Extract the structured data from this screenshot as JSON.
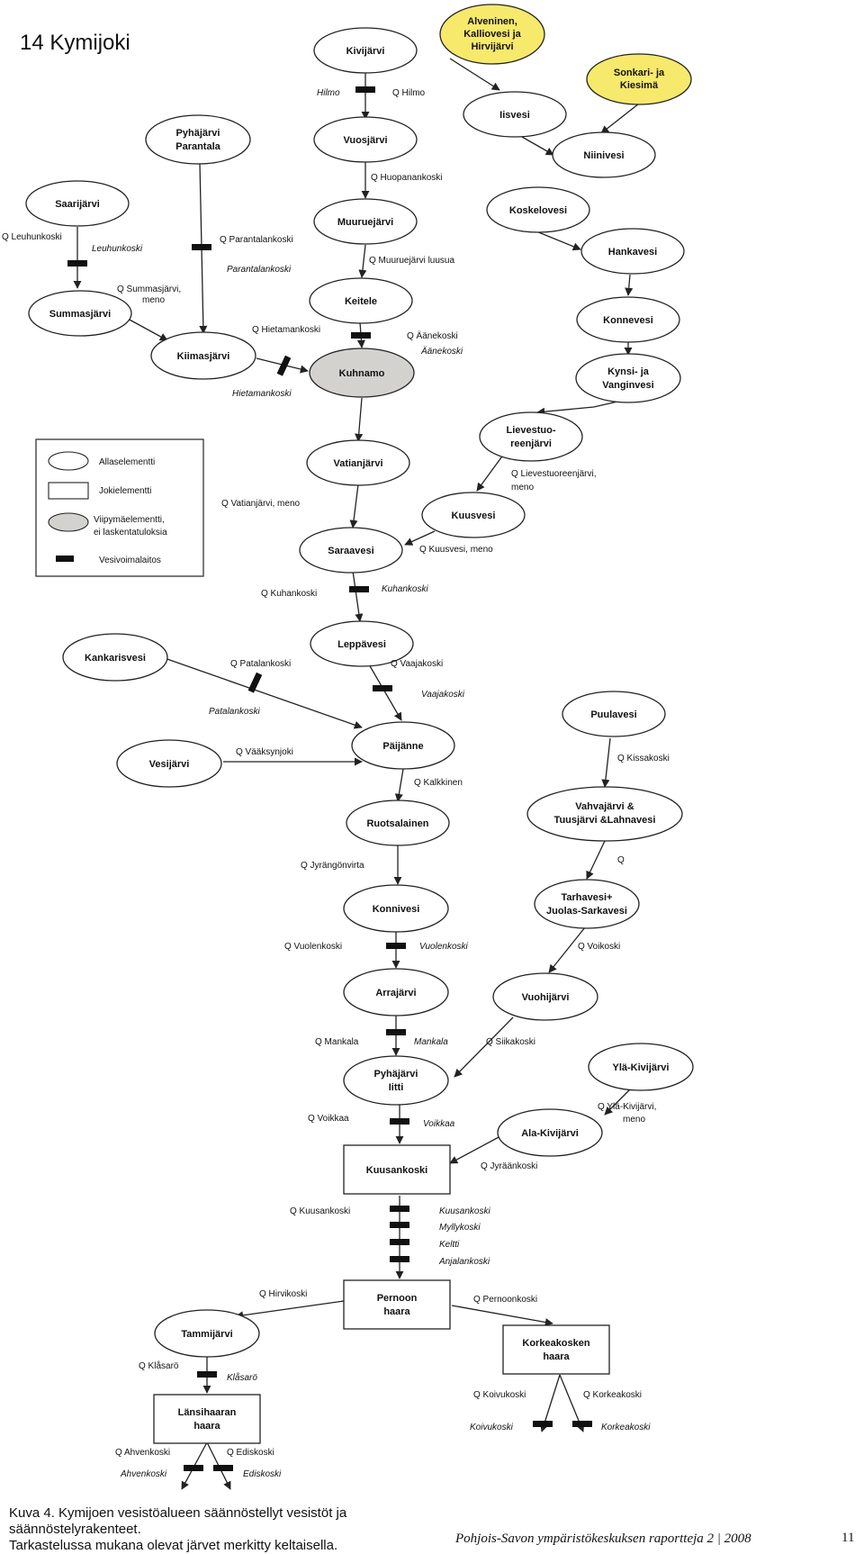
{
  "title": "14 Kymijoki",
  "caption_line1": "Kuva 4. Kymijoen vesistöalueen säännöstellyt vesistöt ja säännöstelyrakenteet.",
  "caption_line2": "Tarkastelussa mukana olevat järvet merkitty keltaisella.",
  "footer_text": "Pohjois-Savon ympäristökeskuksen raportteja 2 | 2008",
  "page_number": "11",
  "colors": {
    "highlight": "#f7e96b",
    "unit_gray": "#d4d2cf",
    "line": "#222222"
  },
  "legend": {
    "items": [
      {
        "shape": "ellipse",
        "label": "Allaselementti"
      },
      {
        "shape": "rect",
        "label": "Jokielementti"
      },
      {
        "shape": "ellipse-gray",
        "label_line1": "Viipymäelementti,",
        "label_line2": "ei laskentatuloksia"
      },
      {
        "shape": "dam",
        "label": "Vesivoimalaitos"
      }
    ]
  },
  "nodes": {
    "kivijarvi": "Kivijärvi",
    "alvenninen_l1": "Alveninen,",
    "alvenninen_l2": "Kalliovesi ja",
    "alvenninen_l3": "Hirvijärvi",
    "sonkari_l1": "Sonkari- ja",
    "sonkari_l2": "Kiesimä",
    "iisvesi": "Iisvesi",
    "niinivesi": "Niinivesi",
    "pyhajarvi_parantala_l1": "Pyhäjärvi",
    "pyhajarvi_parantala_l2": "Parantala",
    "vuosjarvi": "Vuosjärvi",
    "saarijarvi": "Saarijärvi",
    "muuruejarvi": "Muuruejärvi",
    "koskelovesi": "Koskelovesi",
    "hankavesi": "Hankavesi",
    "keitele": "Keitele",
    "summasjarvi": "Summasjärvi",
    "konnevesi": "Konnevesi",
    "kiimasjarvi": "Kiimasjärvi",
    "kuhnamo": "Kuhnamo",
    "kynsi_l1": "Kynsi- ja",
    "kynsi_l2": "Vanginvesi",
    "lievestuoreenjarvi_l1": "Lievestuo-",
    "lievestuoreenjarvi_l2": "reenjärvi",
    "vatianjarvi": "Vatianjärvi",
    "kuusvesi": "Kuusvesi",
    "saraavesi": "Saraavesi",
    "leppavesi": "Leppävesi",
    "kankarisvesi": "Kankarisvesi",
    "puulavesi": "Puulavesi",
    "paijanne": "Päijänne",
    "vesijarvi": "Vesijärvi",
    "vahvajarvi_l1": "Vahvajärvi &",
    "vahvajarvi_l2": "Tuusjärvi &Lahnavesi",
    "ruotsalainen": "Ruotsalainen",
    "konnivesi": "Konnivesi",
    "tarhavesi_l1": "Tarhavesi+",
    "tarhavesi_l2": "Juolas-Sarkavesi",
    "arrajarvi": "Arrajärvi",
    "vuohijarvi": "Vuohijärvi",
    "pyhajarvi_iitti_l1": "Pyhäjärvi",
    "pyhajarvi_iitti_l2": "Iitti",
    "yla_kivijarvi": "Ylä-Kivijärvi",
    "ala_kivijarvi": "Ala-Kivijärvi",
    "kuusankoski": "Kuusankoski",
    "pernoon_l1": "Pernoon",
    "pernoon_l2": "haara",
    "tammijarvi": "Tammijärvi",
    "korkeakosken_l1": "Korkeakosken",
    "korkeakosken_l2": "haara",
    "lansihaaran_l1": "Länsihaaran",
    "lansihaaran_l2": "haara"
  },
  "flow_labels": {
    "hilmo_left": "Hilmo",
    "hilmo_q": "Q Hilmo",
    "huopanankoski_q": "Q Huopanankoski",
    "leuhunkoski_q": "Q Leuhunkoski",
    "leuhunkoski_dam": "Leuhunkoski",
    "parantalankoski_q": "Q Parantalankoski",
    "parantalankoski_dam": "Parantalankoski",
    "muuruejarvi_q": "Q Muuruejärvi luusua",
    "summasjarvi_q_l1": "Q Summasjärvi,",
    "summasjarvi_q_l2": "meno",
    "hietamankoski_q": "Q Hietamankoski",
    "aanekoski_q": "Q Äänekoski",
    "aanekoski_dam": "Äänekoski",
    "hietamankoski_dam": "Hietamankoski",
    "lievestuoreenjarvi_q_l1": "Q Lievestuoreenjärvi,",
    "lievestuoreenjarvi_q_l2": "meno",
    "vatianjarvi_q": "Q Vatianjärvi, meno",
    "kuusvesi_q": "Q Kuusvesi, meno",
    "kuhankoski_q": "Q Kuhankoski",
    "kuhankoski_dam": "Kuhankoski",
    "patalankoski_q": "Q Patalankoski",
    "patalankoski_dam": "Patalankoski",
    "vaajakoski_q": "Q Vaajakoski",
    "vaajakoski_dam": "Vaajakoski",
    "kissakoski_q": "Q Kissakoski",
    "vaaksynjoki_q": "Q Vääksynjoki",
    "kalkkinen_q": "Q Kalkkinen",
    "vahvajarvi_q": "Q",
    "jyrangonvirta_q": "Q Jyrängönvirta",
    "voikoski_q": "Q Voikoski",
    "vuolenkoski_q": "Q Vuolenkoski",
    "vuolenkoski_dam": "Vuolenkoski",
    "mankala_q": "Q Mankala",
    "mankala_dam": "Mankala",
    "siikakoski_q": "Q Siikakoski",
    "yla_kivijarvi_q_l1": "Q Ylä-Kivijärvi,",
    "yla_kivijarvi_q_l2": "meno",
    "voikkaa_q": "Q Voikkaa",
    "voikkaa_dam": "Voikkaa",
    "jyraankoski_q": "Q Jyräänkoski",
    "kuusankoski_q": "Q Kuusankoski",
    "kuusankoski_dam": "Kuusankoski",
    "myllykoski_dam": "Myllykoski",
    "keltti_dam": "Keltti",
    "anjalankoski_dam": "Anjalankoski",
    "hirvikoski_q": "Q Hirvikoski",
    "pernoonkoski_q": "Q Pernoonkoski",
    "klasaro_q": "Q Klåsarö",
    "klasaro_dam": "Klåsarö",
    "koivukoski_q": "Q Koivukoski",
    "korkeakoski_q": "Q Korkeakoski",
    "koivukoski_dam": "Koivukoski",
    "korkeakoski_dam": "Korkeakoski",
    "ahvenkoski_q": "Q Ahvenkoski",
    "ediskoski_q": "Q Ediskoski",
    "ahvenkoski_dam": "Ahvenkoski",
    "ediskoski_dam": "Ediskoski"
  }
}
